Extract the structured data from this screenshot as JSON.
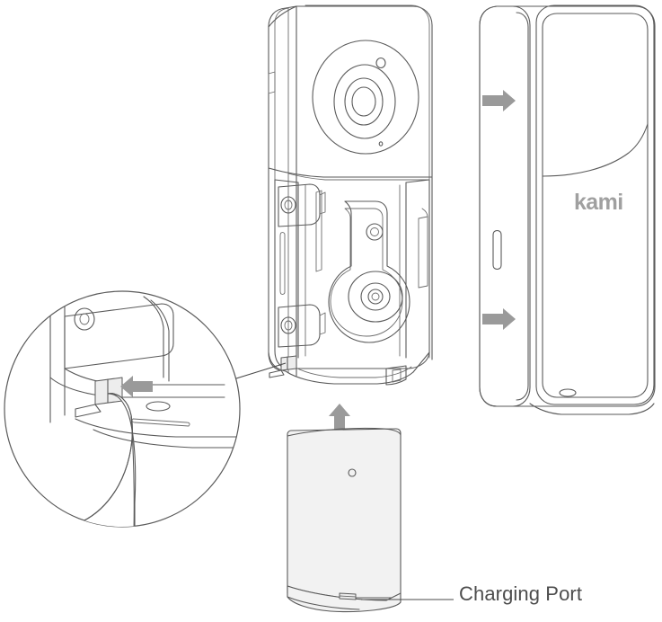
{
  "diagram": {
    "type": "exploded-assembly-illustration",
    "subject": "Kami video doorbell camera — battery and back cover installation",
    "background_color": "#ffffff",
    "line_color": "#5a5a5a",
    "arrow_color": "#9a9a9a"
  },
  "labels": {
    "charging_port": "Charging Port",
    "brand_logo": "kami"
  },
  "components": [
    {
      "id": "camera-body",
      "name": "camera-body-with-mounting-bracket",
      "description": "Doorbell camera front body with circular lens module on top and wall mounting bracket below"
    },
    {
      "id": "battery-pack",
      "name": "rechargeable-battery-pack",
      "description": "Removable battery module that slides up into the camera bracket"
    },
    {
      "id": "back-cover",
      "name": "back-cover-shell",
      "description": "Rear cover shell that slides onto the camera, bearing the kami brand mark"
    },
    {
      "id": "detail-callout",
      "name": "latch-release-detail-circle",
      "description": "Magnified circular callout showing a thumb pressing the battery release latch"
    }
  ],
  "arrows": [
    {
      "id": "arrow-cover-top",
      "direction": "right",
      "meaning": "slide back cover onto camera"
    },
    {
      "id": "arrow-cover-bottom",
      "direction": "right",
      "meaning": "slide back cover onto camera"
    },
    {
      "id": "arrow-battery-insert",
      "direction": "up",
      "meaning": "insert battery upward into bracket"
    },
    {
      "id": "arrow-latch-release",
      "direction": "left",
      "meaning": "push latch to release battery"
    }
  ],
  "annotations": {
    "leader_lines": [
      {
        "from": "detail-callout",
        "to": "camera-bracket-latch"
      },
      {
        "from": "charging-port-label",
        "to": "battery-pack-bottom-port"
      }
    ]
  }
}
